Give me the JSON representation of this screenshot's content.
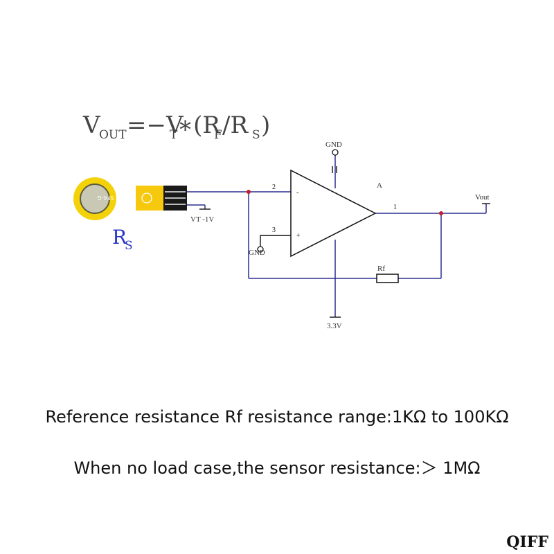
{
  "formula": {
    "v": "V",
    "out": "OUT",
    "eq": "=−V",
    "t": "T",
    "mul_open": "∗(R",
    "f": "F",
    "slash": "/R",
    "s": "S",
    "close": ")"
  },
  "sensor": {
    "label_r": "R",
    "label_s": "S",
    "strip_text": "PEN SF4-G",
    "colors": {
      "ring": "#f4d20a",
      "pad": "#c8c8b4",
      "strip": "#f6c90e"
    }
  },
  "circuit": {
    "gnd_top": "GND",
    "vt_label": "VT -1V",
    "pin2": "2",
    "pin3": "3",
    "pin1": "1",
    "minus": "-",
    "plus": "+",
    "gnd_left": "GND",
    "amp_label": "A",
    "rf_label": "Rf",
    "vout_label": "Vout",
    "supply_label": "3.3V",
    "wire_color": "#2b2f8f"
  },
  "description": {
    "line1": "Reference resistance Rf resistance range:1KΩ to 100KΩ",
    "line2": "When no load case,the sensor resistance:＞ 1MΩ"
  },
  "watermark": "QIFF"
}
